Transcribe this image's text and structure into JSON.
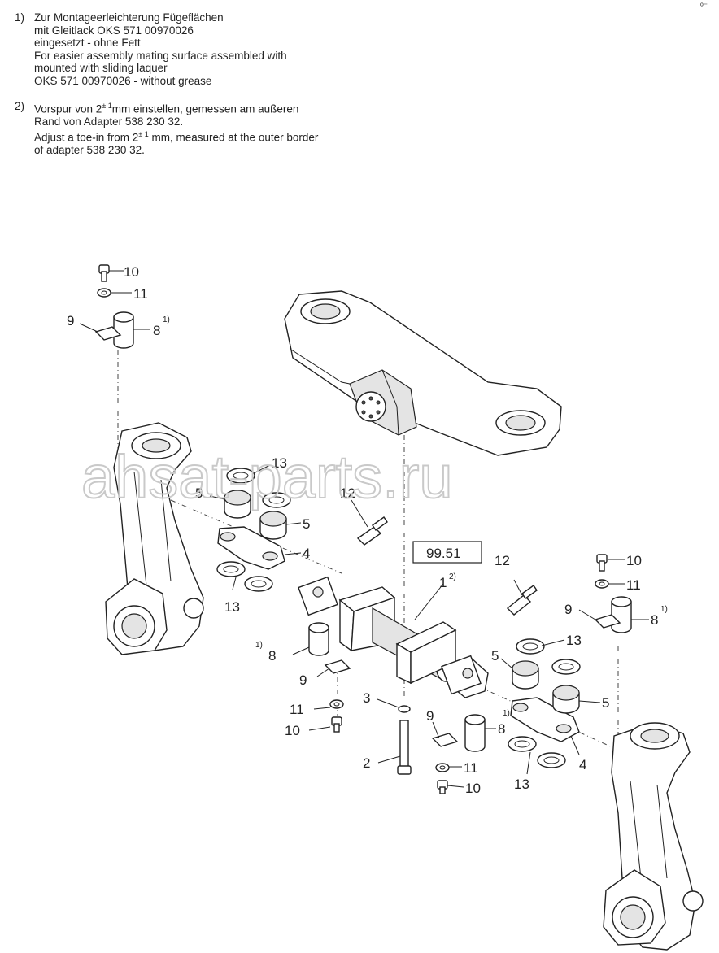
{
  "corner_mark": "ᵒ⁻",
  "notes": [
    {
      "number": "1)",
      "lines": [
        "Zur Montageerleichterung Fügeflächen",
        "mit Gleitlack OKS 571 00970026",
        "eingesetzt - ohne Fett",
        "For easier assembly mating surface assembled with",
        "mounted with sliding laquer",
        "OKS 571 00970026 - without grease"
      ]
    },
    {
      "number": "2)",
      "line1_pre": "Vorspur von 2",
      "line1_sup": "± 1",
      "line1_post": "mm einstellen, gemessen am außeren",
      "line2": "Rand von Adapter 538 230 32.",
      "line3_pre": "Adjust a toe-in from 2",
      "line3_sup": "± 1",
      "line3_post": " mm, measured at the outer border",
      "line4": "of adapter 538 230 32."
    }
  ],
  "watermark": "ahsat-parts.ru",
  "reference_box": "99.51",
  "callouts": {
    "c10_top": "10",
    "c11_top": "11",
    "c9_top": "9",
    "c8_top": "8",
    "c8_top_sup": "1)",
    "c13_top": "13",
    "c5_upper_left": "5",
    "c12_left": "12",
    "c5_left": "5",
    "c4_left": "4",
    "c13_left": "13",
    "c1": "1",
    "c1_sup": "2)",
    "c8_mid": "8",
    "c8_mid_sup": "1)",
    "c9_mid": "9",
    "c11_mid": "11",
    "c10_mid": "10",
    "c3": "3",
    "c2": "2",
    "c9_low": "9",
    "c8_low": "8",
    "c11_low": "11",
    "c10_low": "10",
    "c12_right": "12",
    "c10_right": "10",
    "c11_right": "11",
    "c9_right": "9",
    "c8_right": "8",
    "c8_right_sup": "1)",
    "c13_right": "13",
    "c5_right_upper": "5",
    "c5_right_lower": "5",
    "c4_right": "4",
    "c4_right_sup": "1)",
    "c13_right_lower": "13"
  }
}
